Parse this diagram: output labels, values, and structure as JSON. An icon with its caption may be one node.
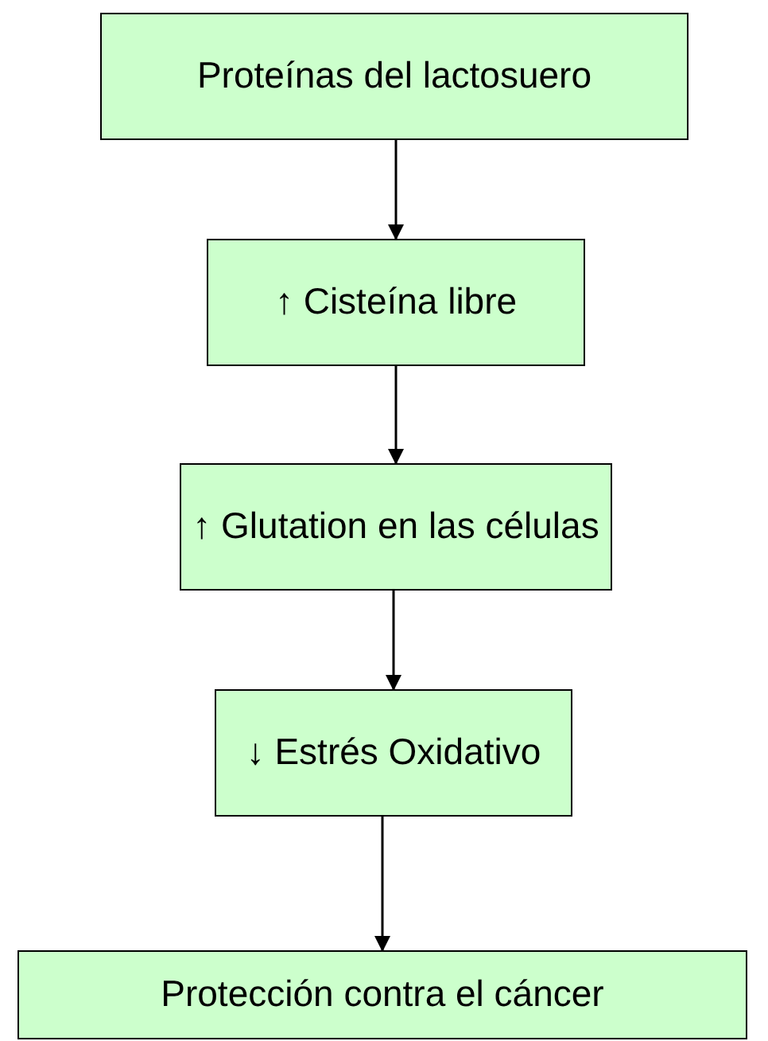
{
  "diagram": {
    "nodes": [
      {
        "text": [
          "Proteínas del lactosuero"
        ]
      },
      {
        "text": [
          "↑ Cisteína libre"
        ]
      },
      {
        "text": [
          "↑ Glutation en las células"
        ]
      },
      {
        "text": [
          "↓ Estrés Oxidativo"
        ]
      },
      {
        "text": [
          "Protección contra el cáncer"
        ]
      }
    ],
    "edges": [
      {
        "from": 0,
        "to": 1,
        "arrow": "to"
      },
      {
        "from": 1,
        "to": 2,
        "arrow": "to"
      },
      {
        "from": 2,
        "to": 3,
        "arrow": "to"
      },
      {
        "from": 3,
        "to": 4,
        "arrow": "to"
      }
    ]
  }
}
